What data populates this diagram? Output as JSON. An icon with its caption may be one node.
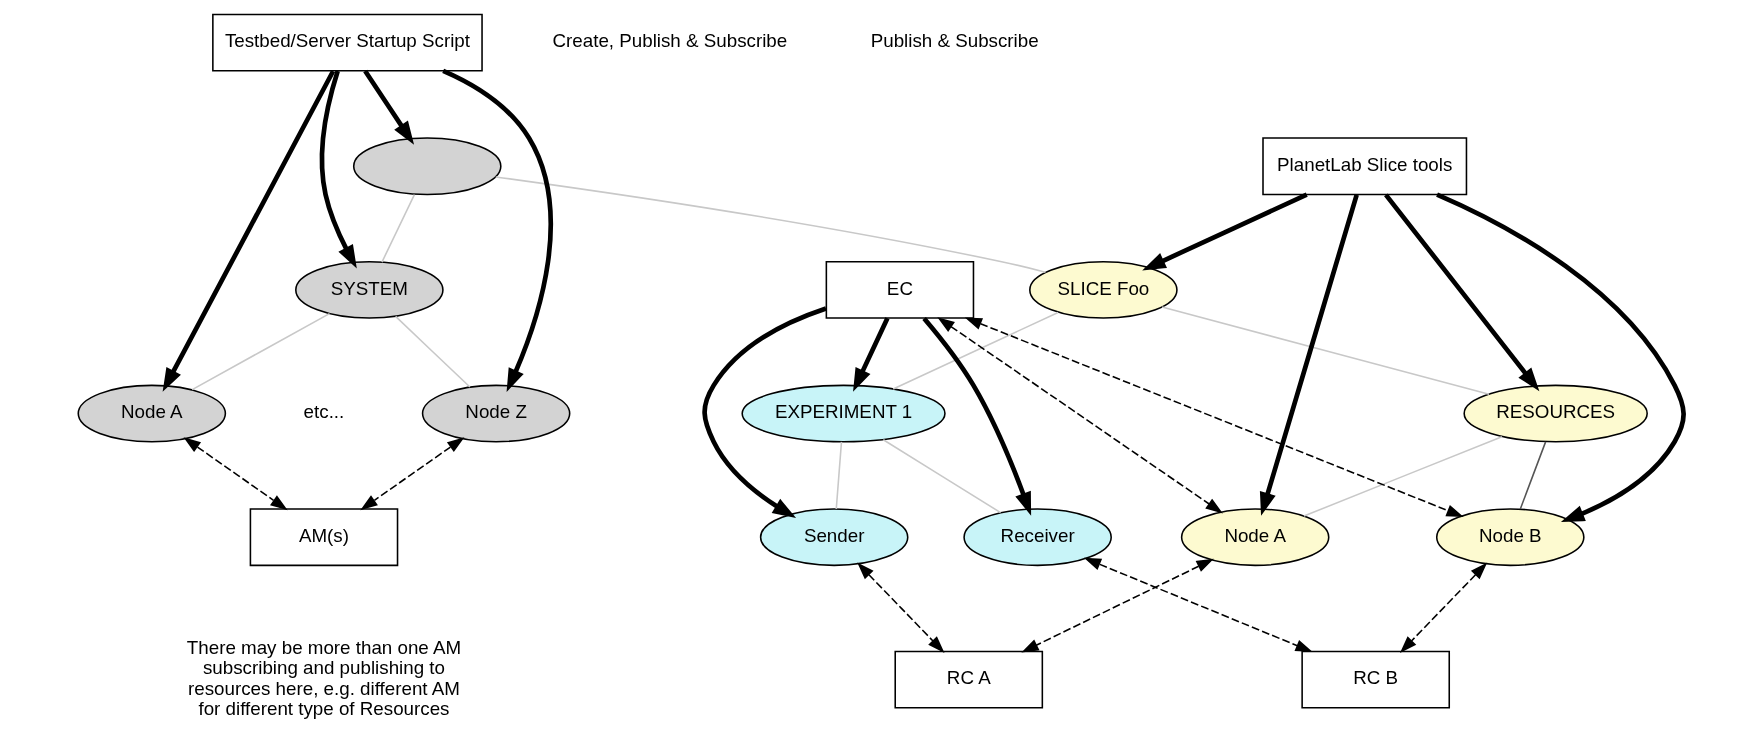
{
  "diagram": {
    "nodes": [
      {
        "text": [],
        "shape": "ellipse"
      },
      {
        "text": [
          "Testbed/Server Startup Script"
        ]
      },
      {
        "text": [
          "SYSTEM"
        ]
      },
      {
        "text": [
          "Node A"
        ]
      },
      {
        "text": [
          "Node Z"
        ]
      },
      {
        "text": [
          "AM(s)"
        ]
      },
      {
        "text": [
          "SLICE Foo"
        ]
      },
      {
        "text": [
          "PlanetLab Slice tools"
        ]
      },
      {
        "text": [
          "RESOURCES"
        ]
      },
      {
        "text": [
          "EC"
        ]
      },
      {
        "text": [
          "EXPERIMENT 1"
        ]
      },
      {
        "text": [
          "Node A"
        ]
      },
      {
        "text": [
          "Node B"
        ]
      },
      {
        "text": [
          "Sender"
        ]
      },
      {
        "text": [
          "Receiver"
        ]
      },
      {
        "text": [
          "RC A"
        ]
      },
      {
        "text": [
          "RC B"
        ]
      }
    ],
    "edges": [
      {
        "from": 1,
        "to": 0,
        "arrow": "to",
        "style": "thick"
      },
      {
        "from": 1,
        "to": 2,
        "arrow": "to",
        "style": "thick"
      },
      {
        "from": 1,
        "to": 3,
        "arrow": "to",
        "style": "thick"
      },
      {
        "from": 1,
        "to": 4,
        "arrow": "to",
        "style": "thick"
      },
      {
        "from": 0,
        "to": 2,
        "arrow": "none",
        "color": "#c8c8c8"
      },
      {
        "from": 2,
        "to": 3,
        "arrow": "none",
        "color": "#c8c8c8"
      },
      {
        "from": 2,
        "to": 4,
        "arrow": "none",
        "color": "#c8c8c8"
      },
      {
        "from": 3,
        "to": 5,
        "arrow": "both",
        "style": "dashed"
      },
      {
        "from": 4,
        "to": 5,
        "arrow": "both",
        "style": "dashed"
      },
      {
        "from": 0,
        "to": 6,
        "arrow": "none",
        "color": "#c8c8c8"
      },
      {
        "from": 7,
        "to": 6,
        "arrow": "to",
        "style": "thick"
      },
      {
        "from": 7,
        "to": 8,
        "arrow": "to",
        "style": "thick"
      },
      {
        "from": 7,
        "to": 11,
        "arrow": "to",
        "style": "thick"
      },
      {
        "from": 7,
        "to": 12,
        "arrow": "to",
        "style": "thick"
      },
      {
        "from": 6,
        "to": 8,
        "arrow": "none",
        "color": "#c8c8c8"
      },
      {
        "from": 6,
        "to": 10,
        "arrow": "none",
        "color": "#c8c8c8"
      },
      {
        "from": 8,
        "to": 11,
        "arrow": "none",
        "color": "#c8c8c8"
      },
      {
        "from": 8,
        "to": 12,
        "arrow": "none",
        "color": "#555555"
      },
      {
        "from": 9,
        "to": 10,
        "arrow": "to",
        "style": "thick"
      },
      {
        "from": 9,
        "to": 13,
        "arrow": "to",
        "style": "thick"
      },
      {
        "from": 9,
        "to": 14,
        "arrow": "to",
        "style": "thick"
      },
      {
        "from": 10,
        "to": 13,
        "arrow": "none",
        "color": "#c8c8c8"
      },
      {
        "from": 10,
        "to": 14,
        "arrow": "none",
        "color": "#c8c8c8"
      },
      {
        "from": 9,
        "to": 11,
        "arrow": "both",
        "style": "dashed"
      },
      {
        "from": 9,
        "to": 12,
        "arrow": "both",
        "style": "dashed"
      },
      {
        "from": 11,
        "to": 15,
        "arrow": "both",
        "style": "dashed"
      },
      {
        "from": 12,
        "to": 16,
        "arrow": "both",
        "style": "dashed"
      },
      {
        "from": 13,
        "to": 15,
        "arrow": "both",
        "style": "dashed"
      },
      {
        "from": 14,
        "to": 16,
        "arrow": "both",
        "style": "dashed"
      }
    ],
    "labels": [
      "etc...",
      "There may be more than one AM subscribing and publishing to resources here, e.g. different AM for different type of Resources"
    ],
    "legend": [
      {
        "text": "Create, Publish & Subscribe"
      },
      {
        "text": "Publish & Subscribe"
      }
    ]
  }
}
